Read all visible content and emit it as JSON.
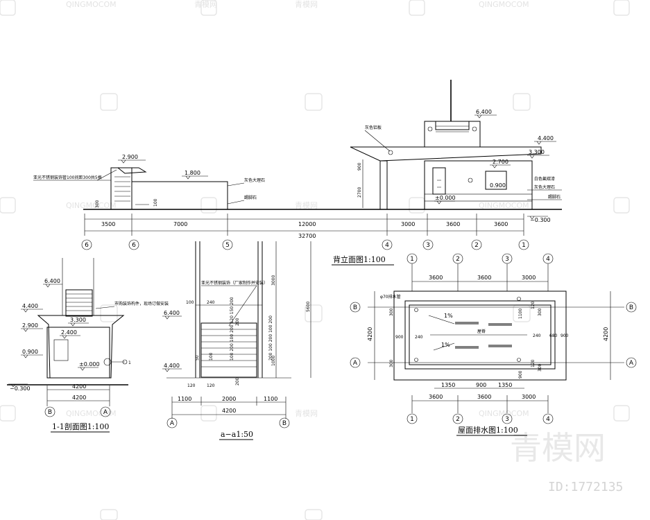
{
  "watermark": {
    "brand": "QINGMOCOM",
    "site": "青模网",
    "logo": "青模网",
    "id_text": "ID:1772135"
  },
  "rear_elev": {
    "title": "背立面图1:100",
    "levels": {
      "l6400": "6.400",
      "l4400": "4.400",
      "l3300": "3.300",
      "l2900": "2.900",
      "l2700": "2.700",
      "l1800": "1.800",
      "l0900": "0.900",
      "l0000": "±0.000",
      "lm0300": "−0.300"
    },
    "dims_top": {
      "d3500": "3500",
      "d7000": "7000",
      "d12000": "12000",
      "d3000": "3000",
      "d3600a": "3600",
      "d3600b": "3600"
    },
    "dim_total": "32700",
    "left_dims": {
      "d900": "900",
      "d2700": "2700",
      "d300": "300",
      "d100": "100"
    },
    "notes": {
      "n1": "灰色铝板",
      "n2": "白色氟碳漆",
      "n3": "灰色大理石",
      "n4": "踢脚石",
      "n5": "灰色大理石",
      "n6": "踢脚石",
      "n7": "亚光不锈钢装饰管100间距300共5根"
    },
    "axes": [
      "6",
      "6",
      "5",
      "4",
      "3",
      "2",
      "1"
    ]
  },
  "sec11": {
    "title": "1-1剖面图1:100",
    "levels": {
      "l6400": "6.400",
      "l4400": "4.400",
      "l3300": "3.300",
      "l2900": "2.900",
      "l2400": "2.400",
      "l0900": "0.900",
      "l0000": "±0.000",
      "lm0300": "−0.300"
    },
    "note": "市购装饰构件，现场订做安装",
    "dims": {
      "d4200a": "4200",
      "d4200b": "4200"
    },
    "axes": [
      "B",
      "A"
    ],
    "mark": "1"
  },
  "secaa": {
    "title": "a−a1:50",
    "note": "亚光不锈钢装饰（厂家制作并安装）",
    "levels": {
      "l6400": "6.400",
      "l4400": "4.400"
    },
    "dims": {
      "d100": "100",
      "d240": "240",
      "d3000": "3000",
      "d5600": "5600",
      "d1000": "1000",
      "d120a": "120",
      "d120b": "120",
      "d1100a": "1100",
      "d2000": "2000",
      "d1100b": "1100",
      "d4200": "4200",
      "d200a": "200",
      "d200b": "200",
      "d50": "50",
      "d100b": "100"
    },
    "stack": "100 200 100 200 120 150 200",
    "stack2": "200 100 200 100 200",
    "axes": [
      "A",
      "B"
    ]
  },
  "roof": {
    "title": "屋面排水图1:100",
    "axes_top": [
      "1",
      "2",
      "3",
      "4"
    ],
    "axes_bottom": [
      "1",
      "2",
      "3",
      "4"
    ],
    "axes_side": [
      "B",
      "A"
    ],
    "dims_top": {
      "d3600a": "3600",
      "d3600b": "3600",
      "d3000": "3000"
    },
    "dims_bottom": {
      "d3600a": "3600",
      "d3600b": "3600",
      "d3000": "3000"
    },
    "dims_mid": {
      "d1350a": "1350",
      "d900": "900",
      "d1350b": "1350"
    },
    "dims_side": {
      "d4200a": "4200",
      "d4200b": "4200",
      "d900a": "900",
      "d240a": "240",
      "d240b": "240",
      "d680": "680",
      "d900b": "900",
      "d300a": "300",
      "d300b": "300",
      "d1100": "1100",
      "d900c": "900",
      "d120a": "120",
      "d120b": "120",
      "d300c": "300",
      "d300d": "300"
    },
    "pipe": "φ70排水管",
    "slope": "1%",
    "label": "屋脊"
  }
}
